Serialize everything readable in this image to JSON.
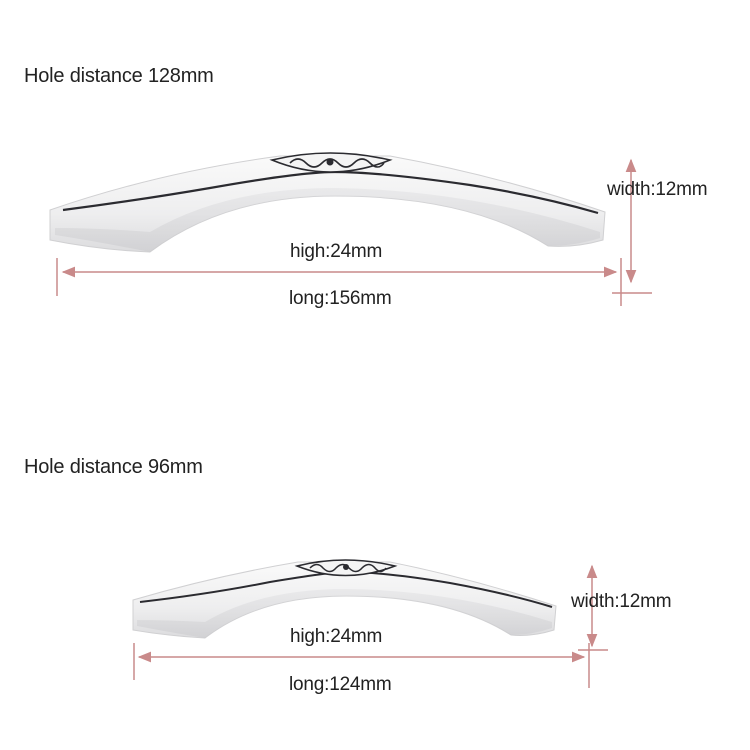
{
  "colors": {
    "dimension_line": "#c98a8a",
    "handle_body": "#f1f1f1",
    "handle_shadow": "#d4d4d6",
    "inlay_line": "#2b2b30"
  },
  "products": [
    {
      "title": "Hole distance 128mm",
      "high": "high:24mm",
      "long": "long:156mm",
      "width": "width:12mm"
    },
    {
      "title": "Hole distance 96mm",
      "high": "high:24mm",
      "long": "long:124mm",
      "width": "width:12mm"
    }
  ]
}
